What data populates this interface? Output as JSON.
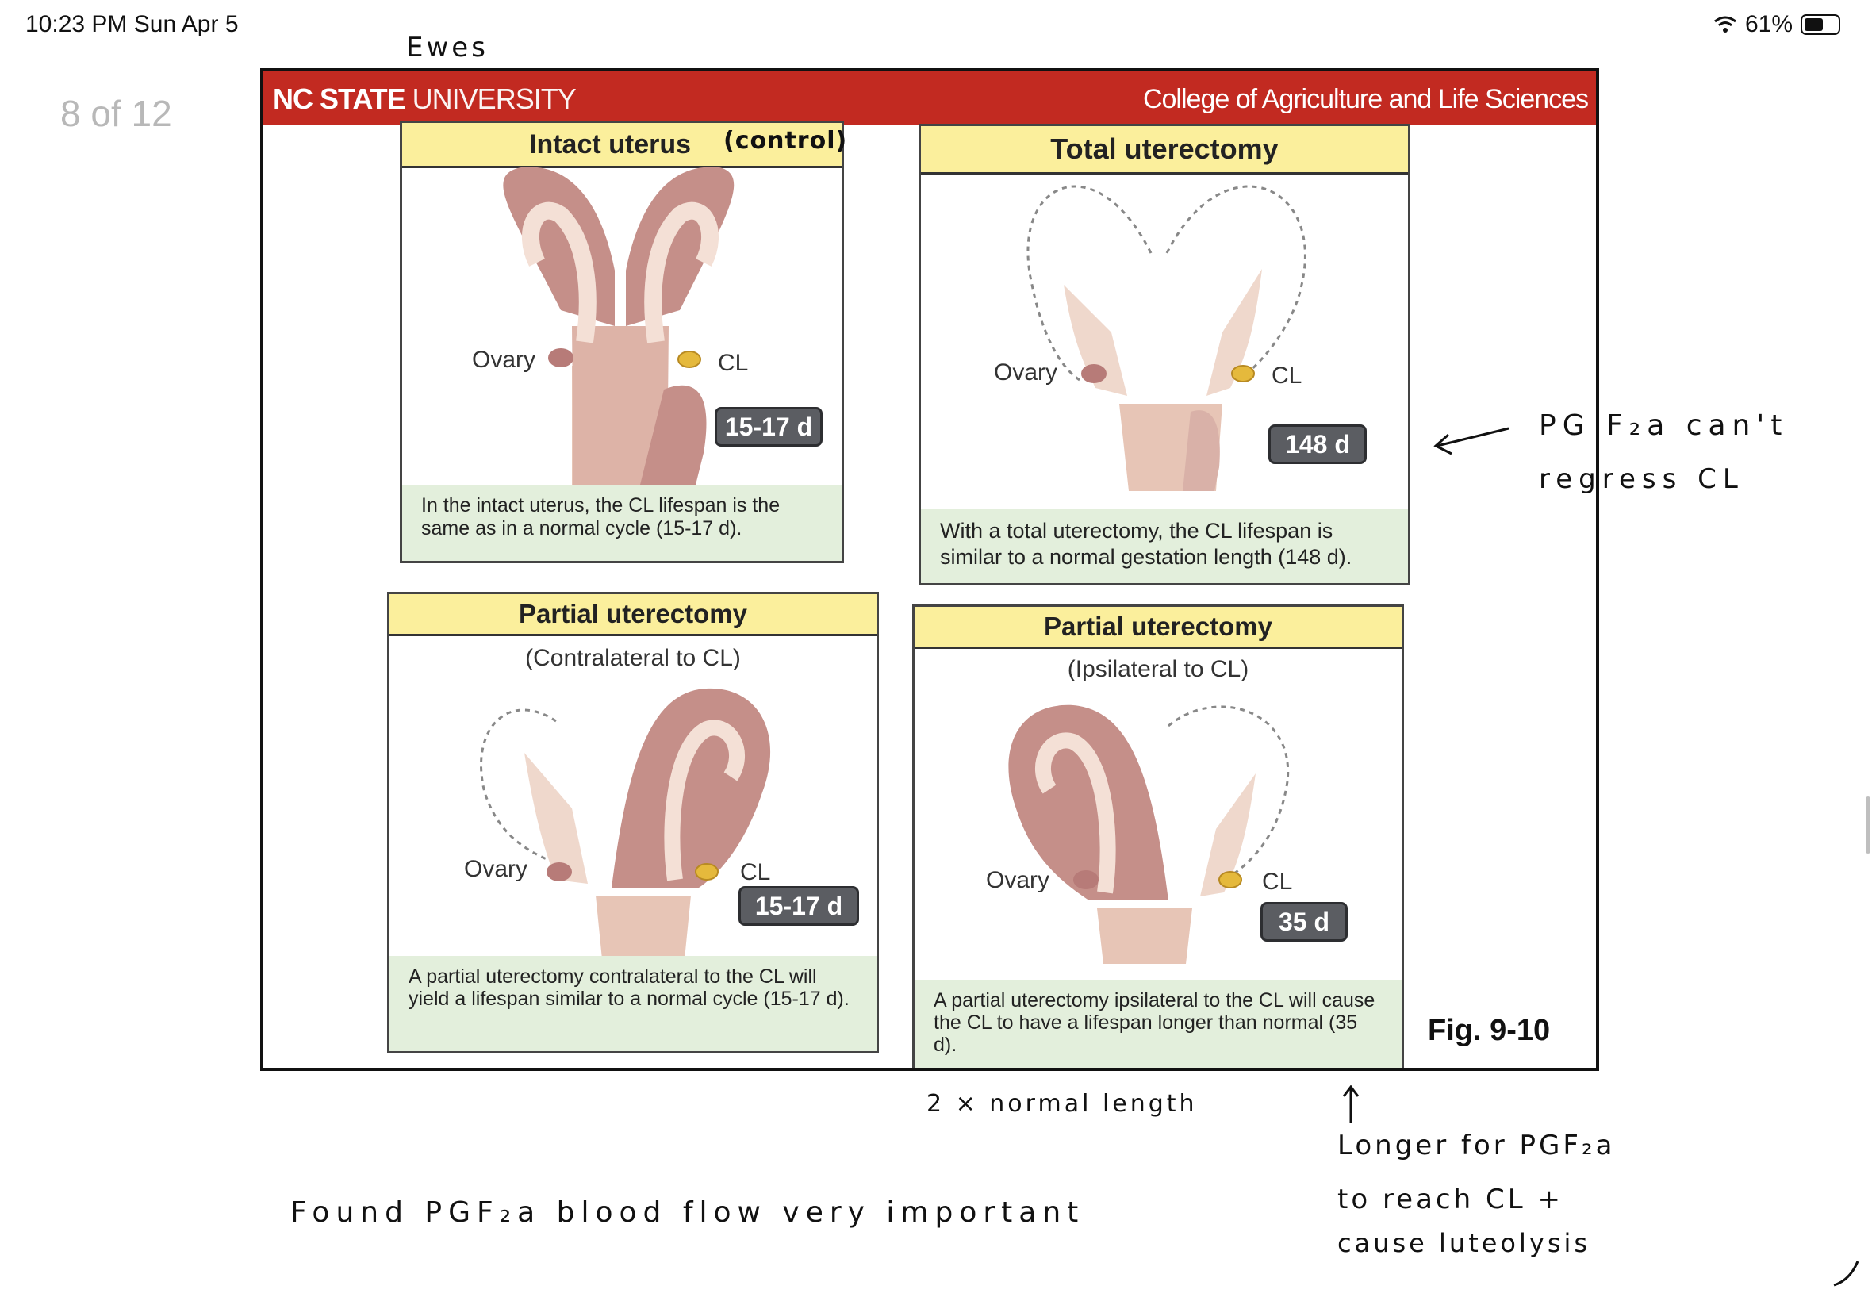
{
  "status_bar": {
    "time": "10:23 PM  Sun Apr 5",
    "battery": "61%",
    "battery_level": 0.61
  },
  "page_indicator": "8 of 12",
  "slide": {
    "banner": {
      "university_bold": "NC STATE",
      "university_rest": "UNIVERSITY",
      "college": "College of Agriculture and Life Sciences",
      "color": "#c22a21"
    },
    "panels": [
      {
        "title": "Intact uterus",
        "ovary": "Ovary",
        "cl": "CL",
        "duration": "15-17 d",
        "caption": "In the intact uterus, the CL lifespan is the same as in a normal cycle (15-17 d)."
      },
      {
        "title": "Total uterectomy",
        "ovary": "Ovary",
        "cl": "CL",
        "duration": "148 d",
        "caption": "With a total uterectomy, the CL lifespan is similar to a normal gestation length (148 d)."
      },
      {
        "title": "Partial uterectomy",
        "subtitle": "(Contralateral to CL)",
        "ovary": "Ovary",
        "cl": "CL",
        "duration": "15-17 d",
        "caption": "A partial uterectomy contralateral to the CL will yield a lifespan similar to a normal cycle (15-17 d)."
      },
      {
        "title": "Partial uterectomy",
        "subtitle": "(Ipsilateral to CL)",
        "ovary": "Ovary",
        "cl": "CL",
        "duration": "35 d",
        "caption": "A partial uterectomy ipsilateral to the CL will cause the CL to have a lifespan longer than normal (35 d)."
      }
    ],
    "figure_label": "Fig. 9-10"
  },
  "handwritten_notes": {
    "top": "Ewes",
    "control": "(control)",
    "pgf_line1": "PG F₂a  can't",
    "pgf_line2": "regress  CL",
    "normal_length": "2 × normal length",
    "longer_1": "Longer  for  PGF₂a",
    "longer_2": "to  reach  CL +",
    "longer_3": "cause  luteolysis",
    "bottom": "Found  PGF₂a  blood  flow  very  important"
  }
}
